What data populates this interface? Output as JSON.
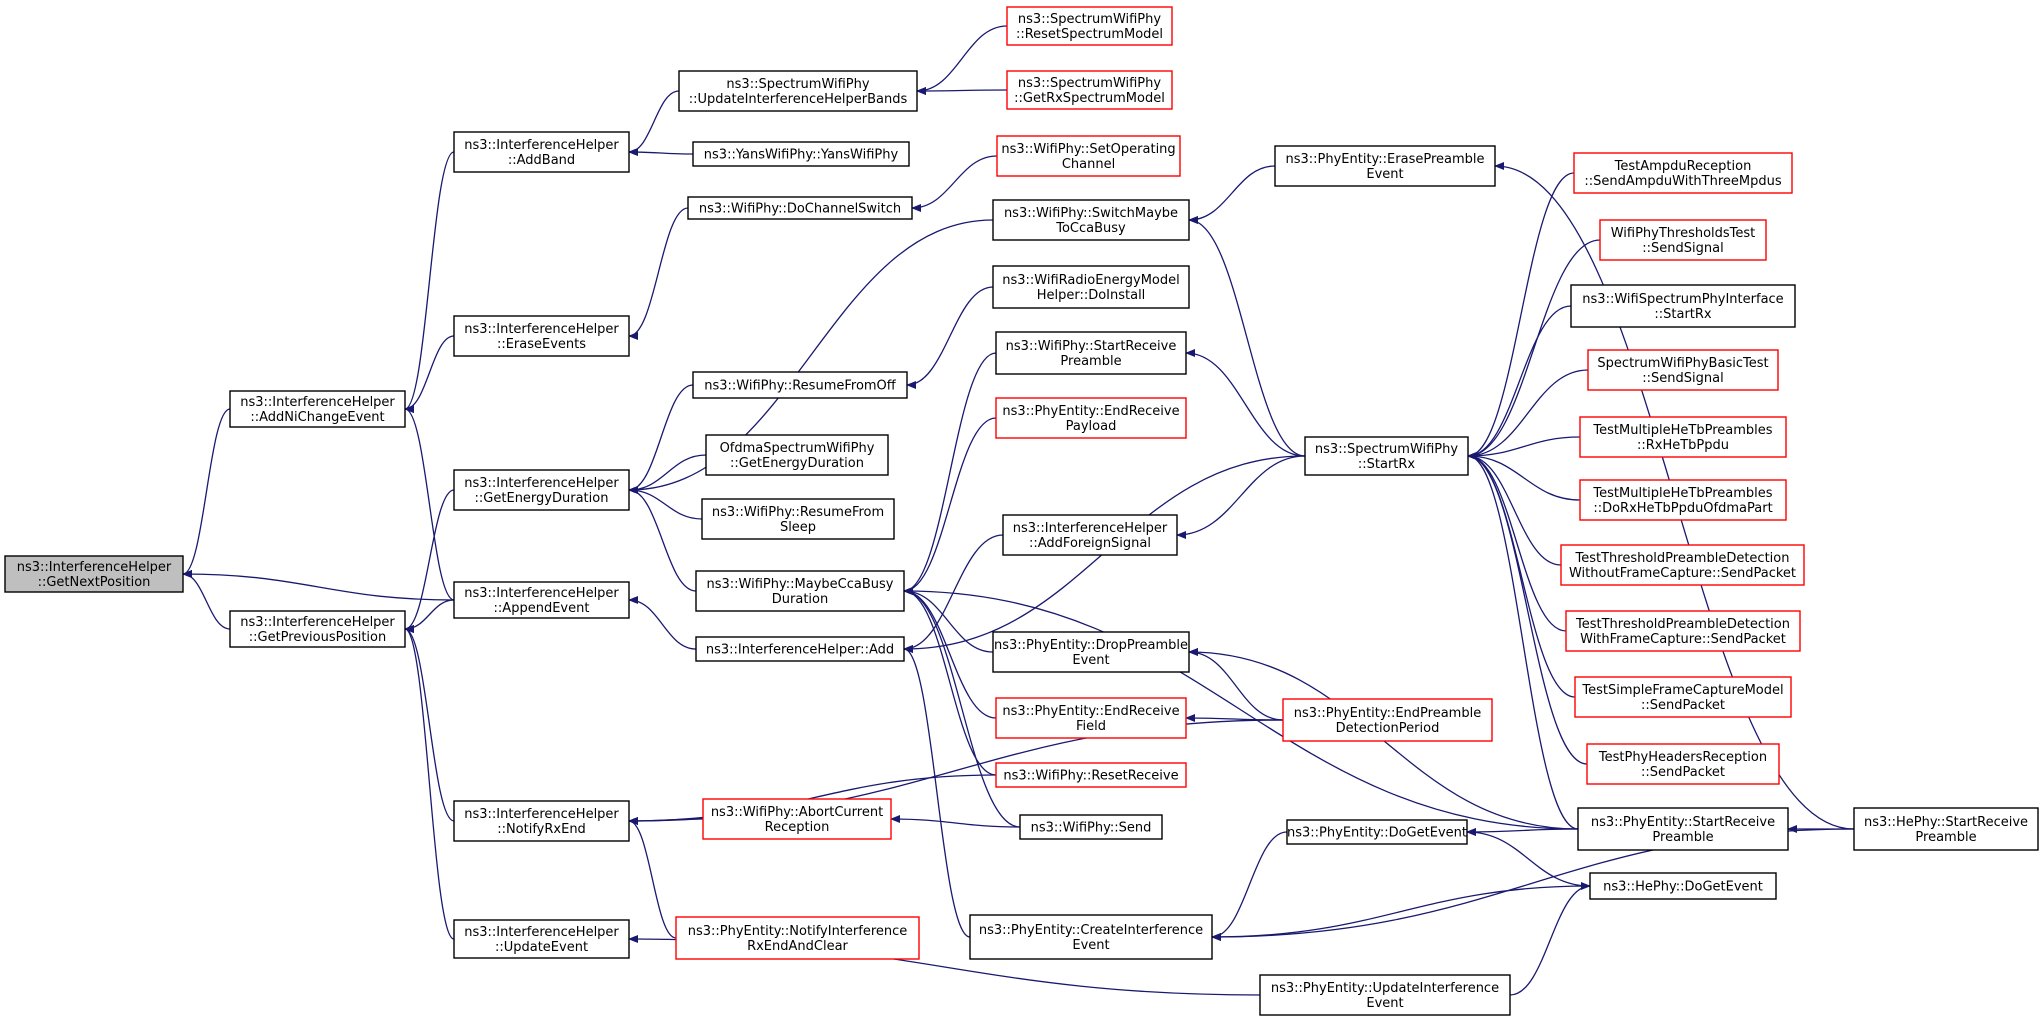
{
  "graph": {
    "colors": {
      "edge": "#191970",
      "black_border": "#000000",
      "red_border": "#ff0000",
      "focus_fill": "#bfbfbf"
    },
    "nodes": [
      {
        "id": "getNextPosition",
        "lines": [
          "ns3::InterferenceHelper",
          "::GetNextPosition"
        ],
        "style": "gray"
      },
      {
        "id": "addNiChangeEvent",
        "lines": [
          "ns3::InterferenceHelper",
          "::AddNiChangeEvent"
        ],
        "style": "black"
      },
      {
        "id": "getPreviousPosition",
        "lines": [
          "ns3::InterferenceHelper",
          "::GetPreviousPosition"
        ],
        "style": "black"
      },
      {
        "id": "addBand",
        "lines": [
          "ns3::InterferenceHelper",
          "::AddBand"
        ],
        "style": "black"
      },
      {
        "id": "eraseEvents",
        "lines": [
          "ns3::InterferenceHelper",
          "::EraseEvents"
        ],
        "style": "black"
      },
      {
        "id": "getEnergyDuration",
        "lines": [
          "ns3::InterferenceHelper",
          "::GetEnergyDuration"
        ],
        "style": "black"
      },
      {
        "id": "appendEvent",
        "lines": [
          "ns3::InterferenceHelper",
          "::AppendEvent"
        ],
        "style": "black"
      },
      {
        "id": "notifyRxEnd",
        "lines": [
          "ns3::InterferenceHelper",
          "::NotifyRxEnd"
        ],
        "style": "black"
      },
      {
        "id": "updateEvent",
        "lines": [
          "ns3::InterferenceHelper",
          "::UpdateEvent"
        ],
        "style": "black"
      },
      {
        "id": "updateIHBands",
        "lines": [
          "ns3::SpectrumWifiPhy",
          "::UpdateInterferenceHelperBands"
        ],
        "style": "black"
      },
      {
        "id": "yansWifiPhy",
        "lines": [
          "ns3::YansWifiPhy::YansWifiPhy"
        ],
        "style": "black"
      },
      {
        "id": "doChannelSwitch",
        "lines": [
          "ns3::WifiPhy::DoChannelSwitch"
        ],
        "style": "black"
      },
      {
        "id": "resumeFromOff",
        "lines": [
          "ns3::WifiPhy::ResumeFromOff"
        ],
        "style": "black"
      },
      {
        "id": "ofdmaGetEnergy",
        "lines": [
          "OfdmaSpectrumWifiPhy",
          "::GetEnergyDuration"
        ],
        "style": "black"
      },
      {
        "id": "resumeFromSleep",
        "lines": [
          "ns3::WifiPhy::ResumeFrom",
          "Sleep"
        ],
        "style": "black"
      },
      {
        "id": "maybeCcaBusy",
        "lines": [
          "ns3::WifiPhy::MaybeCcaBusy",
          "Duration"
        ],
        "style": "black"
      },
      {
        "id": "ihAdd",
        "lines": [
          "ns3::InterferenceHelper::Add"
        ],
        "style": "black"
      },
      {
        "id": "abortCurrentReception",
        "lines": [
          "ns3::WifiPhy::AbortCurrent",
          "Reception"
        ],
        "style": "red"
      },
      {
        "id": "notifyInterferenceRxEnd",
        "lines": [
          "ns3::PhyEntity::NotifyInterference",
          "RxEndAndClear"
        ],
        "style": "red"
      },
      {
        "id": "resetSpectrumModel",
        "lines": [
          "ns3::SpectrumWifiPhy",
          "::ResetSpectrumModel"
        ],
        "style": "red"
      },
      {
        "id": "getRxSpectrumModel",
        "lines": [
          "ns3::SpectrumWifiPhy",
          "::GetRxSpectrumModel"
        ],
        "style": "red"
      },
      {
        "id": "setOperatingChannel",
        "lines": [
          "ns3::WifiPhy::SetOperating",
          "Channel"
        ],
        "style": "red"
      },
      {
        "id": "switchMaybeToCcaBusy",
        "lines": [
          "ns3::WifiPhy::SwitchMaybe",
          "ToCcaBusy"
        ],
        "style": "black"
      },
      {
        "id": "radioEnergyDoInstall",
        "lines": [
          "ns3::WifiRadioEnergyModel",
          "Helper::DoInstall"
        ],
        "style": "black"
      },
      {
        "id": "startReceivePreambleWifi",
        "lines": [
          "ns3::WifiPhy::StartReceive",
          "Preamble"
        ],
        "style": "black"
      },
      {
        "id": "endReceivePayload",
        "lines": [
          "ns3::PhyEntity::EndReceive",
          "Payload"
        ],
        "style": "red"
      },
      {
        "id": "addForeignSignal",
        "lines": [
          "ns3::InterferenceHelper",
          "::AddForeignSignal"
        ],
        "style": "black"
      },
      {
        "id": "dropPreambleEvent",
        "lines": [
          "ns3::PhyEntity::DropPreamble",
          "Event"
        ],
        "style": "black"
      },
      {
        "id": "endReceiveField",
        "lines": [
          "ns3::PhyEntity::EndReceive",
          "Field"
        ],
        "style": "red"
      },
      {
        "id": "resetReceive",
        "lines": [
          "ns3::WifiPhy::ResetReceive"
        ],
        "style": "red"
      },
      {
        "id": "wifiPhySend",
        "lines": [
          "ns3::WifiPhy::Send"
        ],
        "style": "black"
      },
      {
        "id": "createInterferenceEvent",
        "lines": [
          "ns3::PhyEntity::CreateInterference",
          "Event"
        ],
        "style": "black"
      },
      {
        "id": "erasePreambleEvent",
        "lines": [
          "ns3::PhyEntity::ErasePreamble",
          "Event"
        ],
        "style": "black"
      },
      {
        "id": "spectrumStartRx",
        "lines": [
          "ns3::SpectrumWifiPhy",
          "::StartRx"
        ],
        "style": "black"
      },
      {
        "id": "endPreambleDetection",
        "lines": [
          "ns3::PhyEntity::EndPreamble",
          "DetectionPeriod"
        ],
        "style": "red"
      },
      {
        "id": "phyDoGetEvent",
        "lines": [
          "ns3::PhyEntity::DoGetEvent"
        ],
        "style": "black"
      },
      {
        "id": "updateInterferenceEvent",
        "lines": [
          "ns3::PhyEntity::UpdateInterference",
          "Event"
        ],
        "style": "black"
      },
      {
        "id": "testAmpdu",
        "lines": [
          "TestAmpduReception",
          "::SendAmpduWithThreeMpdus"
        ],
        "style": "red"
      },
      {
        "id": "thresholdsTest",
        "lines": [
          "WifiPhyThresholdsTest",
          "::SendSignal"
        ],
        "style": "red"
      },
      {
        "id": "spectrumIfaceStartRx",
        "lines": [
          "ns3::WifiSpectrumPhyInterface",
          "::StartRx"
        ],
        "style": "black"
      },
      {
        "id": "basicTest",
        "lines": [
          "SpectrumWifiPhyBasicTest",
          "::SendSignal"
        ],
        "style": "red"
      },
      {
        "id": "heTbRx",
        "lines": [
          "TestMultipleHeTbPreambles",
          "::RxHeTbPpdu"
        ],
        "style": "red"
      },
      {
        "id": "heTbOfdma",
        "lines": [
          "TestMultipleHeTbPreambles",
          "::DoRxHeTbPpduOfdmaPart"
        ],
        "style": "red"
      },
      {
        "id": "thresholdWithout",
        "lines": [
          "TestThresholdPreambleDetection",
          "WithoutFrameCapture::SendPacket"
        ],
        "style": "red"
      },
      {
        "id": "thresholdWith",
        "lines": [
          "TestThresholdPreambleDetection",
          "WithFrameCapture::SendPacket"
        ],
        "style": "red"
      },
      {
        "id": "simpleFrameCapture",
        "lines": [
          "TestSimpleFrameCaptureModel",
          "::SendPacket"
        ],
        "style": "red"
      },
      {
        "id": "phyHeaders",
        "lines": [
          "TestPhyHeadersReception",
          "::SendPacket"
        ],
        "style": "red"
      },
      {
        "id": "phyStartReceivePreamble",
        "lines": [
          "ns3::PhyEntity::StartReceive",
          "Preamble"
        ],
        "style": "black"
      },
      {
        "id": "heDoGetEvent",
        "lines": [
          "ns3::HePhy::DoGetEvent"
        ],
        "style": "black"
      },
      {
        "id": "heStartReceivePreamble",
        "lines": [
          "ns3::HePhy::StartReceive",
          "Preamble"
        ],
        "style": "black"
      }
    ]
  }
}
